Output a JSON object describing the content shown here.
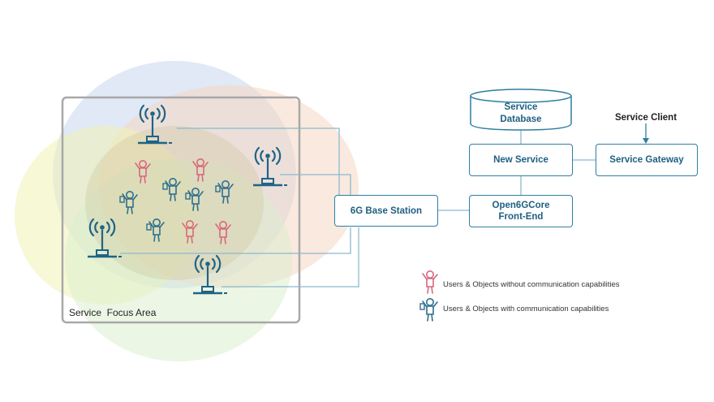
{
  "area": {
    "label": "Service  Focus Area"
  },
  "nodes": {
    "base_station": "6G Base Station",
    "service_database": "Service\nDatabase",
    "new_service": "New Service",
    "service_gateway": "Service Gateway",
    "open6gcore": "Open6GCore\nFront-End",
    "service_client": "Service Client"
  },
  "legend": [
    {
      "text": "Users & Objects without communication capabilities",
      "color": "#d9677f"
    },
    {
      "text": "Users & Objects with communication capabilities",
      "color": "#2f6f8d"
    }
  ],
  "colors": {
    "line": "#8ab9cf",
    "box_border": "#2e7fa0",
    "box_text": "#1f5f82",
    "antenna": "#1e6487",
    "pink_person": "#d9677f",
    "teal_person": "#2f6f8d",
    "circle_blue": "#c9d6ef",
    "circle_orange": "#f6d7c3",
    "circle_yellow": "#f0f3b4",
    "circle_green": "#cfe6c3"
  }
}
